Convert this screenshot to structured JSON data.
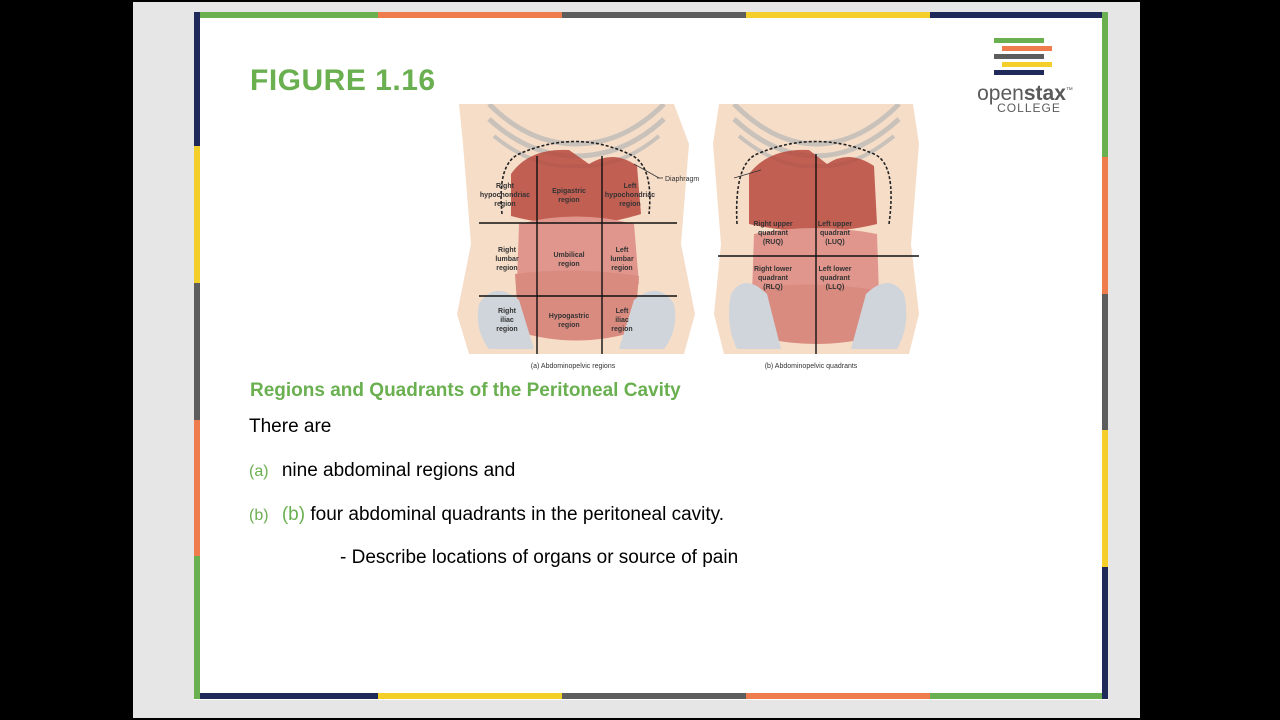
{
  "slide": {
    "title": "FIGURE 1.16",
    "heading": "Regions and Quadrants of the Peritoneal Cavity",
    "intro": "There are",
    "items": [
      {
        "marker": "(a)",
        "text": "nine abdominal regions and"
      },
      {
        "marker": "(b)",
        "inner_marker": "(b)",
        "text": "four abdominal quadrants in the peritoneal cavity."
      }
    ],
    "sub_item": "- Describe locations of organs or source of pain"
  },
  "logo": {
    "brand_light": "open",
    "brand_bold": "stax",
    "tm": "™",
    "sub": "COLLEGE"
  },
  "figure": {
    "diaphragm_label": "Diaphragm",
    "panel_a": {
      "caption": "(a) Abdominopelvic regions",
      "regions": [
        [
          "Right",
          "hypochondriac",
          "region"
        ],
        [
          "Epigastric",
          "region"
        ],
        [
          "Left",
          "hypochondriac",
          "region"
        ],
        [
          "Right",
          "lumbar",
          "region"
        ],
        [
          "Umbilical",
          "region"
        ],
        [
          "Left",
          "lumbar",
          "region"
        ],
        [
          "Right",
          "iliac",
          "region"
        ],
        [
          "Hypogastric",
          "region"
        ],
        [
          "Left",
          "iliac",
          "region"
        ]
      ]
    },
    "panel_b": {
      "caption": "(b) Abdominopelvic quadrants",
      "quadrants": [
        [
          "Right upper",
          "quadrant",
          "(RUQ)"
        ],
        [
          "Left upper",
          "quadrant",
          "(LUQ)"
        ],
        [
          "Right lower",
          "quadrant",
          "(RLQ)"
        ],
        [
          "Left lower",
          "quadrant",
          "(LLQ)"
        ]
      ]
    }
  },
  "colors": {
    "green": "#6aaf50",
    "orange": "#ef7c4c",
    "gray": "#5d5d5d",
    "yellow": "#f4cf2a",
    "navy": "#1f2a5a"
  }
}
